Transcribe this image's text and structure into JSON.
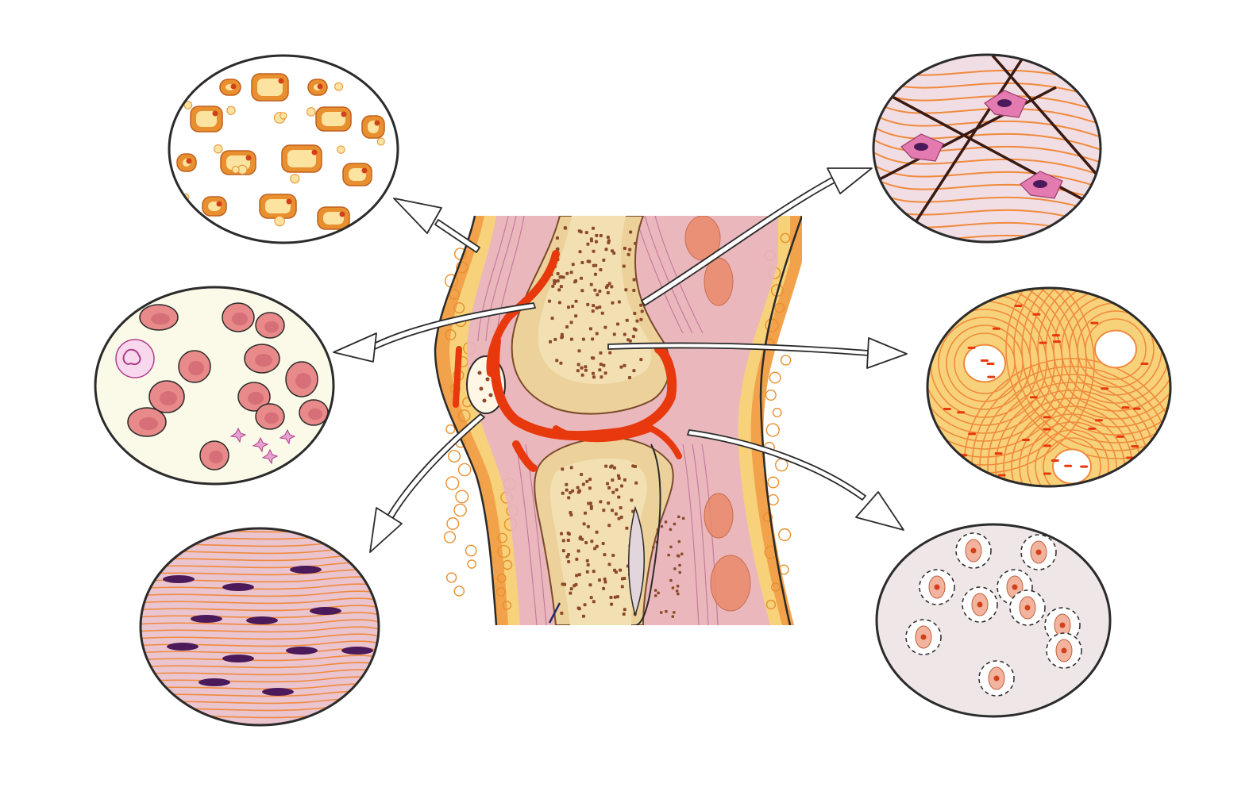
{
  "colors": {
    "background": "#ffffff",
    "outline": "#2b2b2b",
    "skin": "#f2a24a",
    "fat_fill": "#f7d27a",
    "fat_border": "#e8902f",
    "bone_fill": "#ecd29a",
    "bone_dots": "#8c4a2a",
    "vessel_red": "#e8380d",
    "muscle_pink": "#e7b4c8",
    "muscle_line": "#c77aa0",
    "rbc": "#e98a8a",
    "rbc_center": "#c95d6a",
    "wbc_purple": "#b03c8e",
    "platelet": "#e7a3d0",
    "smooth_bg": "#eac4cf",
    "fiber_orange": "#f08a3c",
    "nucleus_dark": "#4a1a5a",
    "cartilage_bg": "#efe6e8",
    "connective_bg": "#f1dde4",
    "compact_bone": "#f6ad55",
    "plasma_bg": "#fbfae8"
  },
  "panels": [
    {
      "id": "adipose",
      "icon": "adipose-tissue-icon"
    },
    {
      "id": "blood",
      "icon": "blood-cells-icon"
    },
    {
      "id": "muscle",
      "icon": "muscle-tissue-icon"
    },
    {
      "id": "connective",
      "icon": "loose-connective-tissue-icon"
    },
    {
      "id": "bone",
      "icon": "compact-bone-osteon-icon"
    },
    {
      "id": "cartilage",
      "icon": "hyaline-cartilage-icon"
    }
  ]
}
